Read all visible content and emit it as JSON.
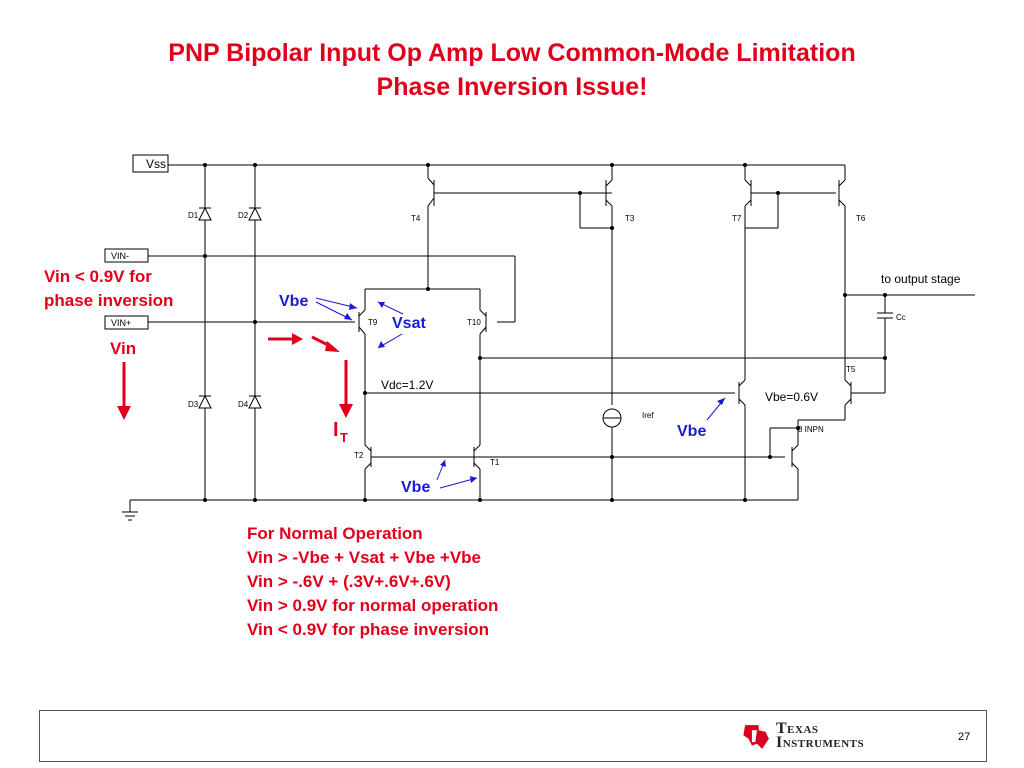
{
  "slide": {
    "title_line1": "PNP Bipolar Input Op Amp Low Common-Mode Limitation",
    "title_line2": "Phase Inversion Issue!",
    "page_number": "27"
  },
  "circuit": {
    "vss": "Vss",
    "vin_minus": "VIN-",
    "vin_plus": "VIN+",
    "d1": "D1",
    "d2": "D2",
    "d3": "D3",
    "d4": "D4",
    "t1": "T1",
    "t2": "T2",
    "t3": "T3",
    "t4": "T4",
    "t5": "T5",
    "t6": "T6",
    "t7": "T7",
    "t9": "T9",
    "t10": "T10",
    "t8": "8 INPN",
    "iref": "Iref",
    "cc": "Cc",
    "to_output": "to output stage",
    "vdc": "Vdc=1.2V",
    "vbe06": "Vbe=0.6V"
  },
  "annotations": {
    "vin_warning_line1": "Vin < 0.9V for",
    "vin_warning_line2": "phase inversion",
    "vin": "Vin",
    "it_main": "I",
    "it_sub": "T",
    "vbe_top": "Vbe",
    "vsat": "Vsat",
    "vbe_right": "Vbe",
    "vbe_bottom": "Vbe"
  },
  "notes": {
    "line1": "For Normal Operation",
    "line2": "Vin > -Vbe + Vsat + Vbe +Vbe",
    "line3": "Vin > -.6V + (.3V+.6V+.6V)",
    "line4": "Vin > 0.9V for normal operation",
    "line5": "Vin < 0.9V for phase inversion"
  },
  "footer": {
    "brand_line1": "Texas",
    "brand_line2": "Instruments"
  },
  "colors": {
    "title": "#e0001b",
    "annotation_blue": "#1a1ad6",
    "wire": "#000000"
  }
}
